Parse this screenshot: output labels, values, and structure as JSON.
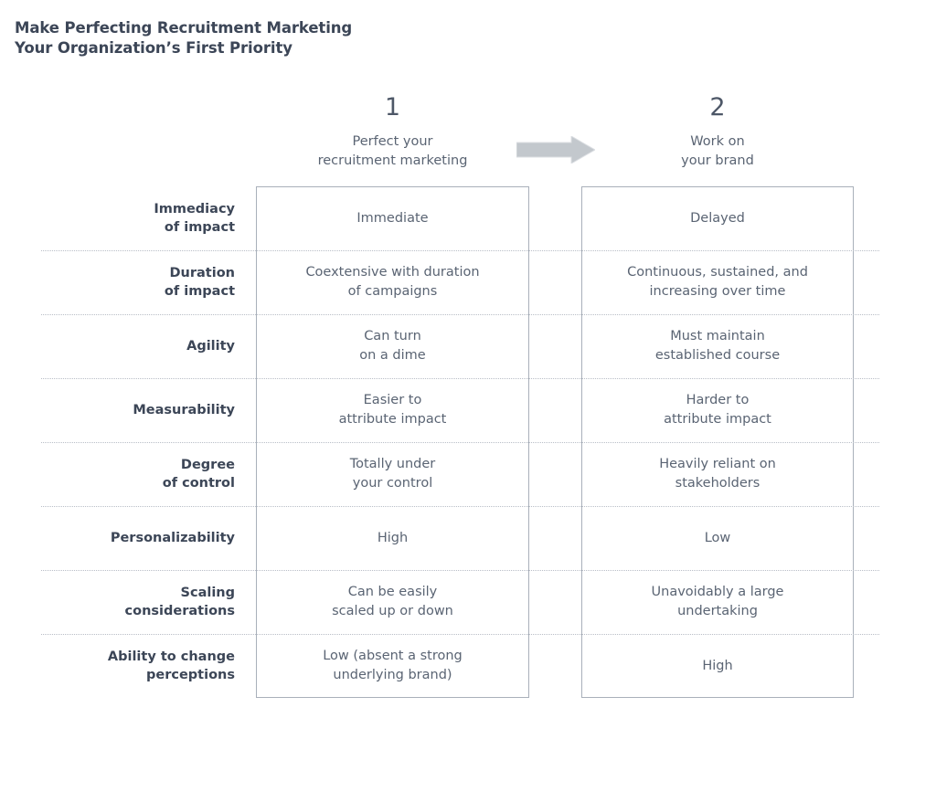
{
  "title": {
    "line1": "Make Perfecting Recruitment Marketing",
    "line2": "Your Organization’s First Priority"
  },
  "columns": [
    {
      "number": "1",
      "subtitle_line1": "Perfect your",
      "subtitle_line2": "recruitment marketing"
    },
    {
      "number": "2",
      "subtitle_line1": "Work on",
      "subtitle_line2": "your brand"
    }
  ],
  "arrow": {
    "icon": "right-arrow-icon",
    "color": "#c3c8cd"
  },
  "colors": {
    "title": "#3c4657",
    "body_text": "#5a6473",
    "label_text": "#3c4657",
    "box_border": "#a9b0ba",
    "row_separator": "#b9bec7",
    "background": "#ffffff"
  },
  "rows": [
    {
      "label_line1": "Immediacy",
      "label_line2": "of impact",
      "col1_line1": "Immediate",
      "col1_line2": "",
      "col2_line1": "Delayed",
      "col2_line2": ""
    },
    {
      "label_line1": "Duration",
      "label_line2": "of impact",
      "col1_line1": "Coextensive with duration",
      "col1_line2": "of campaigns",
      "col2_line1": "Continuous, sustained, and",
      "col2_line2": "increasing over time"
    },
    {
      "label_line1": "Agility",
      "label_line2": "",
      "col1_line1": "Can turn",
      "col1_line2": "on a dime",
      "col2_line1": "Must maintain",
      "col2_line2": "established course"
    },
    {
      "label_line1": "Measurability",
      "label_line2": "",
      "col1_line1": "Easier to",
      "col1_line2": "attribute impact",
      "col2_line1": "Harder to",
      "col2_line2": "attribute impact"
    },
    {
      "label_line1": "Degree",
      "label_line2": "of control",
      "col1_line1": "Totally under",
      "col1_line2": "your control",
      "col2_line1": "Heavily reliant on",
      "col2_line2": "stakeholders"
    },
    {
      "label_line1": "Personalizability",
      "label_line2": "",
      "col1_line1": "High",
      "col1_line2": "",
      "col2_line1": "Low",
      "col2_line2": ""
    },
    {
      "label_line1": "Scaling",
      "label_line2": "considerations",
      "col1_line1": "Can be easily",
      "col1_line2": "scaled up or down",
      "col2_line1": "Unavoidably a large",
      "col2_line2": "undertaking"
    },
    {
      "label_line1": "Ability to change",
      "label_line2": "perceptions",
      "col1_line1": "Low (absent a strong",
      "col1_line2": "underlying brand)",
      "col2_line1": "High",
      "col2_line2": ""
    }
  ]
}
